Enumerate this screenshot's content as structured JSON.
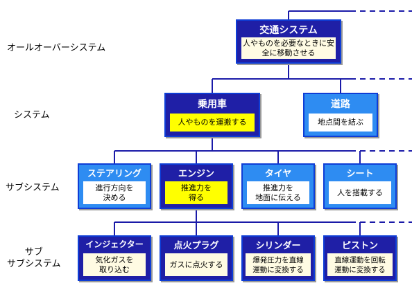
{
  "colors": {
    "dark_box": "#1f1fa6",
    "light_box": "#2e8cf2",
    "line": "#1a1aa8",
    "highlight": "#ffff00"
  },
  "levels": {
    "overall": "オールオーバーシステム",
    "system": "システム",
    "subsystem": "サブシステム",
    "subsub": "サブ\nサブシステム"
  },
  "nodes": {
    "traffic": {
      "title": "交通システム",
      "desc": "人やものを必要なときに安全に移動させる"
    },
    "vehicle": {
      "title": "乗用車",
      "desc": "人やものを運搬する"
    },
    "road": {
      "title": "道路",
      "desc": "地点間を結ぶ"
    },
    "steering": {
      "title": "ステアリング",
      "desc": "進行方向を\n決める"
    },
    "engine": {
      "title": "エンジン",
      "desc": "推進力を\n得る"
    },
    "tire": {
      "title": "タイヤ",
      "desc": "推進力を\n地面に伝える"
    },
    "seat": {
      "title": "シート",
      "desc": "人を搭載する"
    },
    "injector": {
      "title": "インジェクター",
      "desc": "気化ガスを\n取り込む"
    },
    "plug": {
      "title": "点火プラグ",
      "desc": "ガスに点火する"
    },
    "cylinder": {
      "title": "シリンダー",
      "desc": "爆発圧力を直線\n運動に変換する"
    },
    "piston": {
      "title": "ピストン",
      "desc": "直線運動を回転\n運動に変換する"
    }
  }
}
